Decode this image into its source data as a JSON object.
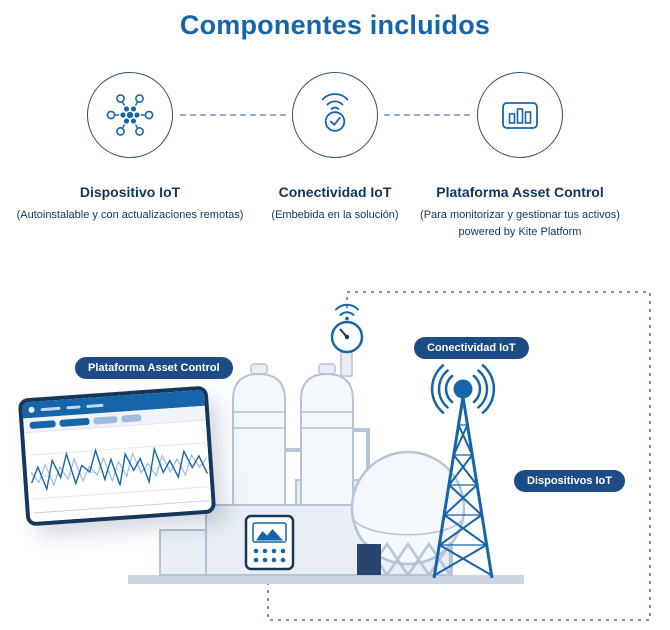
{
  "page": {
    "title": "Componentes incluidos"
  },
  "colors": {
    "accent_blue": "#1565ab",
    "navy_text": "#12355e",
    "pill_background": "#1d4b85",
    "illustration_outline": "#b6c4d8"
  },
  "components": [
    {
      "icon": "iot-device-hub-icon",
      "title": "Dispositivo IoT",
      "subtitle": "(Autoinstalable y con actualizaciones remotas)"
    },
    {
      "icon": "wifi-check-icon",
      "title": "Conectividad IoT",
      "subtitle": "(Embebida en la solución)"
    },
    {
      "icon": "dashboard-bars-icon",
      "title": "Plataforma Asset Control",
      "subtitle": "(Para monitorizar y gestionar tus activos)",
      "subtitle2": "powered by Kite Platform"
    }
  ],
  "diagram": {
    "pills": [
      {
        "text": "Plataforma Asset Control"
      },
      {
        "text": "Conectividad IoT"
      },
      {
        "text": "Dispositivos IoT"
      }
    ]
  },
  "tablet": {
    "chart": {
      "series": [
        {
          "name": "metric-primary",
          "values": [
            40,
            62,
            30,
            70,
            45,
            78,
            35,
            60,
            50,
            80,
            38,
            66,
            28,
            72,
            48,
            64,
            30,
            76,
            42,
            58,
            34,
            70,
            46,
            62,
            36
          ]
        },
        {
          "name": "metric-secondary",
          "values": [
            55,
            40,
            65,
            35,
            60,
            42,
            70,
            38,
            58,
            45,
            68,
            35,
            62,
            40,
            72,
            44,
            56,
            38,
            66,
            42,
            60,
            36,
            64,
            46,
            58
          ]
        }
      ]
    }
  }
}
